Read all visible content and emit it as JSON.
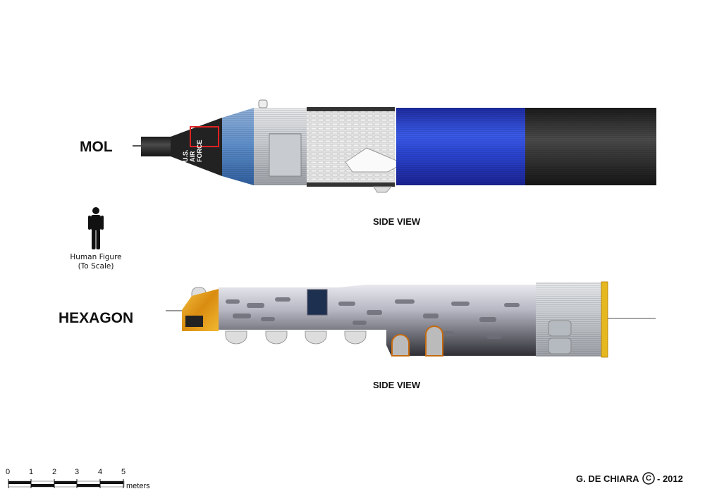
{
  "mol": {
    "label": "MOL",
    "view": "SIDE VIEW",
    "markings": [
      "U.S.",
      "AIR",
      "FORCE"
    ]
  },
  "hexagon": {
    "label": "HEXAGON",
    "view": "SIDE VIEW"
  },
  "human": {
    "caption_line1": "Human Figure",
    "caption_line2": "(To Scale)"
  },
  "scale": {
    "ticks": [
      "0",
      "1",
      "2",
      "3",
      "4",
      "5"
    ],
    "unit": "meters"
  },
  "credit": {
    "author": "G. DE CHIARA",
    "symbol": "C",
    "year": "- 2012"
  },
  "colors": {
    "blue": "#2a3fc9",
    "black_stage": "#2a2a2a",
    "gold": "#e0a020",
    "gray": "#bfc3c8"
  }
}
